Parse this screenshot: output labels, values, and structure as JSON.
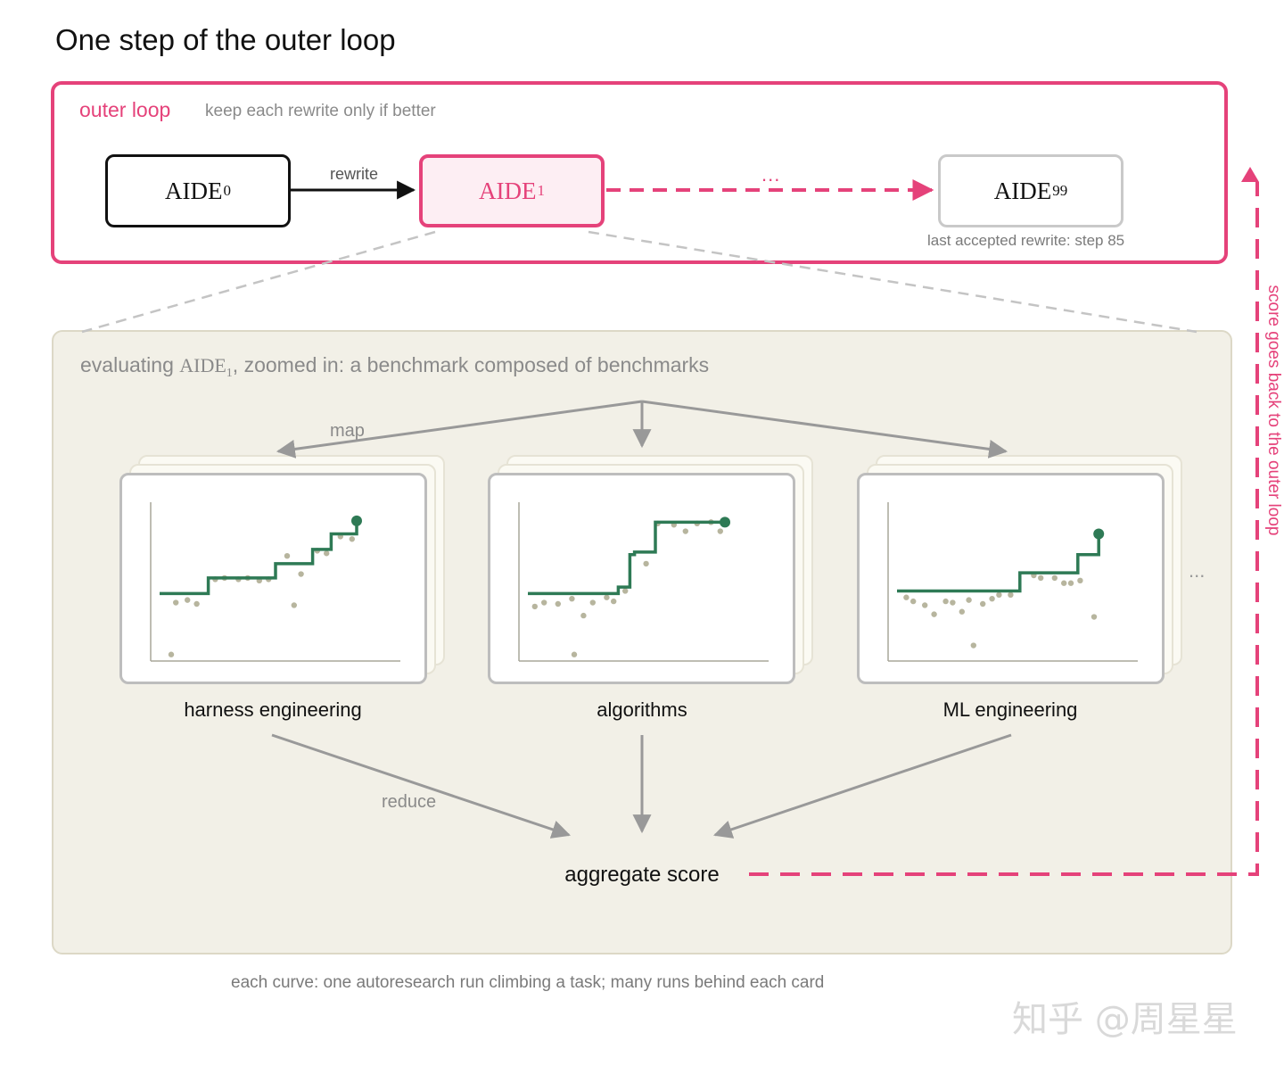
{
  "title": "One step of the outer loop",
  "outer_loop": {
    "label": "outer loop",
    "subtitle": "keep each rewrite only if better",
    "nodes": [
      {
        "base": "AIDE",
        "sub": "0"
      },
      {
        "base": "AIDE",
        "sub": "1"
      },
      {
        "base": "AIDE",
        "sub": "99"
      }
    ],
    "rewrite_label": "rewrite",
    "ellipsis": "...",
    "last_accepted": "last accepted rewrite: step 85"
  },
  "evaluation": {
    "title_prefix": "evaluating ",
    "title_math_base": "AIDE",
    "title_math_sub": "1",
    "title_suffix": ", zoomed in: a benchmark composed of benchmarks",
    "map_label": "map",
    "reduce_label": "reduce",
    "benchmarks": [
      {
        "label": "harness engineering"
      },
      {
        "label": "algorithms"
      },
      {
        "label": "ML engineering"
      }
    ],
    "more": "...",
    "aggregate": "aggregate score"
  },
  "side_note": "score goes back to the outer loop",
  "footer": "each curve: one autoresearch run climbing a task; many runs behind each card",
  "watermark": "知乎 @周星星",
  "colors": {
    "accent": "#e5427a",
    "curve": "#2e7a55",
    "scatter": "#b7b59e",
    "panel": "#f2f0e7",
    "arrow": "#999999"
  }
}
